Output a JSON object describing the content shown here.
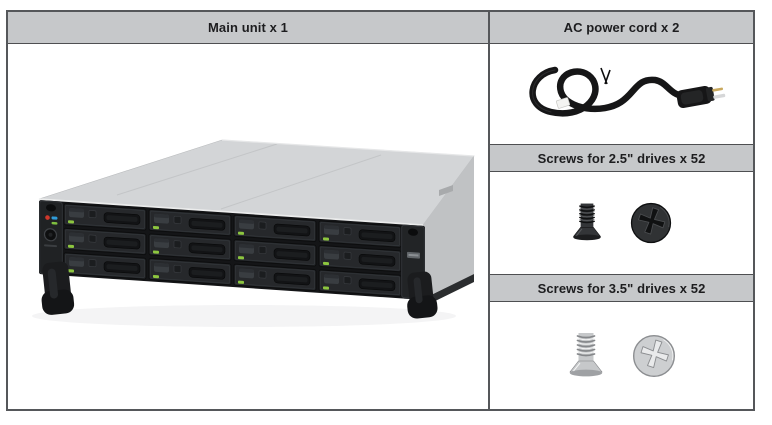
{
  "package_table": {
    "header_bg": "#c6c8ca",
    "border_color": "#55575a",
    "cells": [
      {
        "id": "main_unit",
        "label": "Main unit x 1"
      },
      {
        "id": "ac_power_cord",
        "label": "AC power cord x 2"
      },
      {
        "id": "screws_2_5",
        "label": "Screws for 2.5\" drives x 52"
      },
      {
        "id": "screws_3_5",
        "label": "Screws for 3.5\" drives x 52"
      }
    ]
  },
  "illustrations": {
    "main_unit": {
      "name": "rackmount-nas-12-bay-photo",
      "drive_bays": 12,
      "bay_led_color": "#8dc63f",
      "chassis_top_color": "#d3d5d7",
      "front_panel_color": "#141517"
    },
    "ac_power_cord": {
      "name": "coiled-power-cord-with-plug-photo",
      "cable_color": "#161617"
    },
    "screws_2_5": {
      "name": "black-flat-head-screws-side-and-top-view",
      "screw_color": "#303234"
    },
    "screws_3_5": {
      "name": "silver-flat-head-screws-side-and-top-view",
      "screw_color": "#c6c8ca"
    }
  }
}
